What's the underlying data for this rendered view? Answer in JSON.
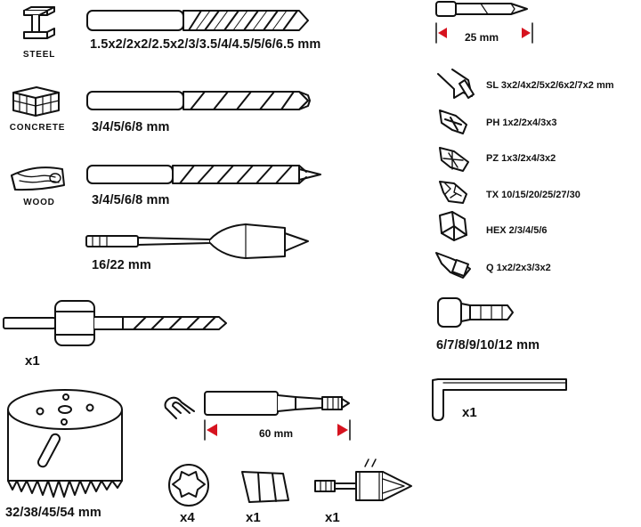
{
  "materials": {
    "steel": "STEEL",
    "concrete": "CONCRETE",
    "wood": "WOOD"
  },
  "drill_sizes": {
    "steel": "1.5x2/2x2/2.5x2/3/3.5/4/4.5/5/6/6.5 mm",
    "concrete": "3/4/5/6/8 mm",
    "wood": "3/4/5/6/8 mm",
    "spade": "16/22 mm"
  },
  "bit_length": "25 mm",
  "bit_types": [
    {
      "label": "SL 3x2/4x2/5x2/6x2/7x2 mm"
    },
    {
      "label": "PH 1x2/2x4/3x3"
    },
    {
      "label": "PZ 1x3/2x4/3x2"
    },
    {
      "label": "TX 10/15/20/25/27/30"
    },
    {
      "label": "HEX 2/3/4/5/6"
    },
    {
      "label": "Q 1x2/2x3/3x2"
    }
  ],
  "nut_driver_sizes": "6/7/8/9/10/12 mm",
  "quantities": {
    "mandrel": "x1",
    "allen_key": "x1",
    "star_adapter": "x4",
    "sleeve": "x1",
    "countersink": "x1"
  },
  "holder_length": "60 mm",
  "holesaw_sizes": "32/38/45/54 mm",
  "accent_color": "#d6131f",
  "line_color": "#111111"
}
